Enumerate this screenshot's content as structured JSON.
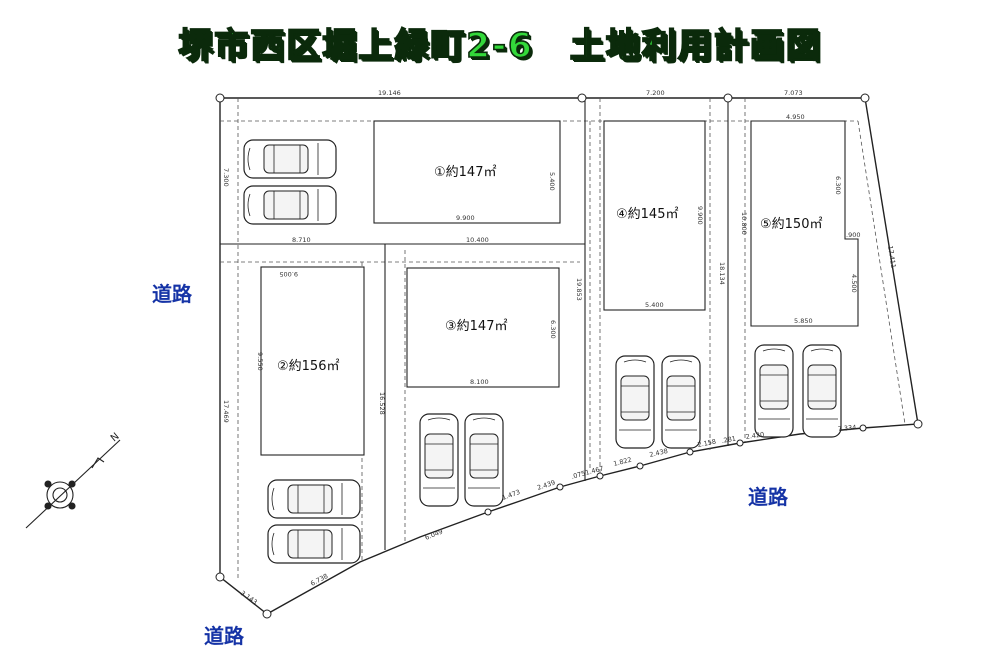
{
  "title": "堺市西区堀上緑町2-6　土地利用計画図",
  "roads": [
    "道路",
    "道路",
    "道路"
  ],
  "compass": {
    "north": "N"
  },
  "lots": [
    {
      "label": "①約147㎡"
    },
    {
      "label": "②約156㎡"
    },
    {
      "label": "③約147㎡"
    },
    {
      "label": "④約145㎡"
    },
    {
      "label": "⑤約150㎡"
    }
  ],
  "dimensions": {
    "top_left": "19.146",
    "top_mid": "7.200",
    "top_right": "7.073",
    "lot1_w": "9.900",
    "lot1_h": "5.400",
    "parking_h": "7.300",
    "row2_left": "8.710",
    "row2_mid": "10.400",
    "lot2_w": "9.005",
    "lot2_h": "9.550",
    "left_side": "17.469",
    "divider_left": "16.528",
    "lot3_h": "6.300",
    "lot3_w": "8.100",
    "lot4_w": "5.400",
    "lot4_h": "9.900",
    "div_a": "19.853",
    "div_b": "18.134",
    "lot5_top": "4.950",
    "lot5_h1": "6.300",
    "lot5_step": ".900",
    "lot5_h2": "4.500",
    "lot5_w": "5.850",
    "lot5_left": "10.800",
    "right_side": "17.411",
    "curve1": "3.143",
    "curve2": "6.738",
    "curve3": "6.049",
    "curve4": "1.473",
    "curve5": "2.439",
    "curve6": ".075",
    "curve7": "1.467",
    "curve8": "1.822",
    "curve9": "2.438",
    "curve10": "2.158",
    "curve11": ".281",
    "curve12": "2.420",
    "curve13": "7.334"
  }
}
